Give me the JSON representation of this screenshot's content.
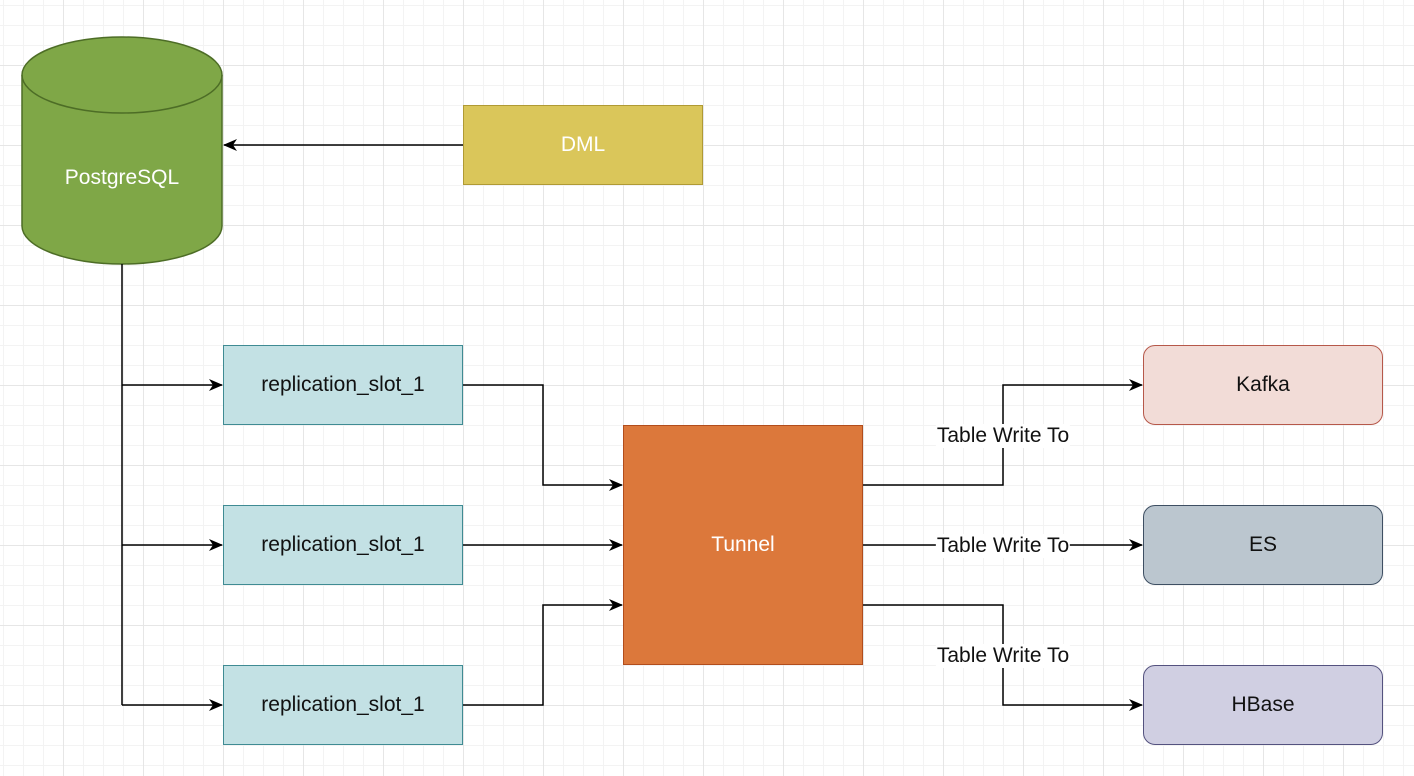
{
  "nodes": {
    "postgres": "PostgreSQL",
    "dml": "DML",
    "slots": [
      "replication_slot_1",
      "replication_slot_1",
      "replication_slot_1"
    ],
    "tunnel": "Tunnel",
    "kafka": "Kafka",
    "es": "ES",
    "hbase": "HBase"
  },
  "edge_labels": [
    "Table Write To",
    "Table Write To",
    "Table Write To"
  ],
  "colors": {
    "postgres_fill": "#7fa747",
    "dml_fill": "#dac65a",
    "slot_fill": "#c3e1e4",
    "tunnel_fill": "#dc783b",
    "kafka_fill": "#f2dcd7",
    "es_fill": "#bbc6cf",
    "hbase_fill": "#d0cfe2"
  }
}
